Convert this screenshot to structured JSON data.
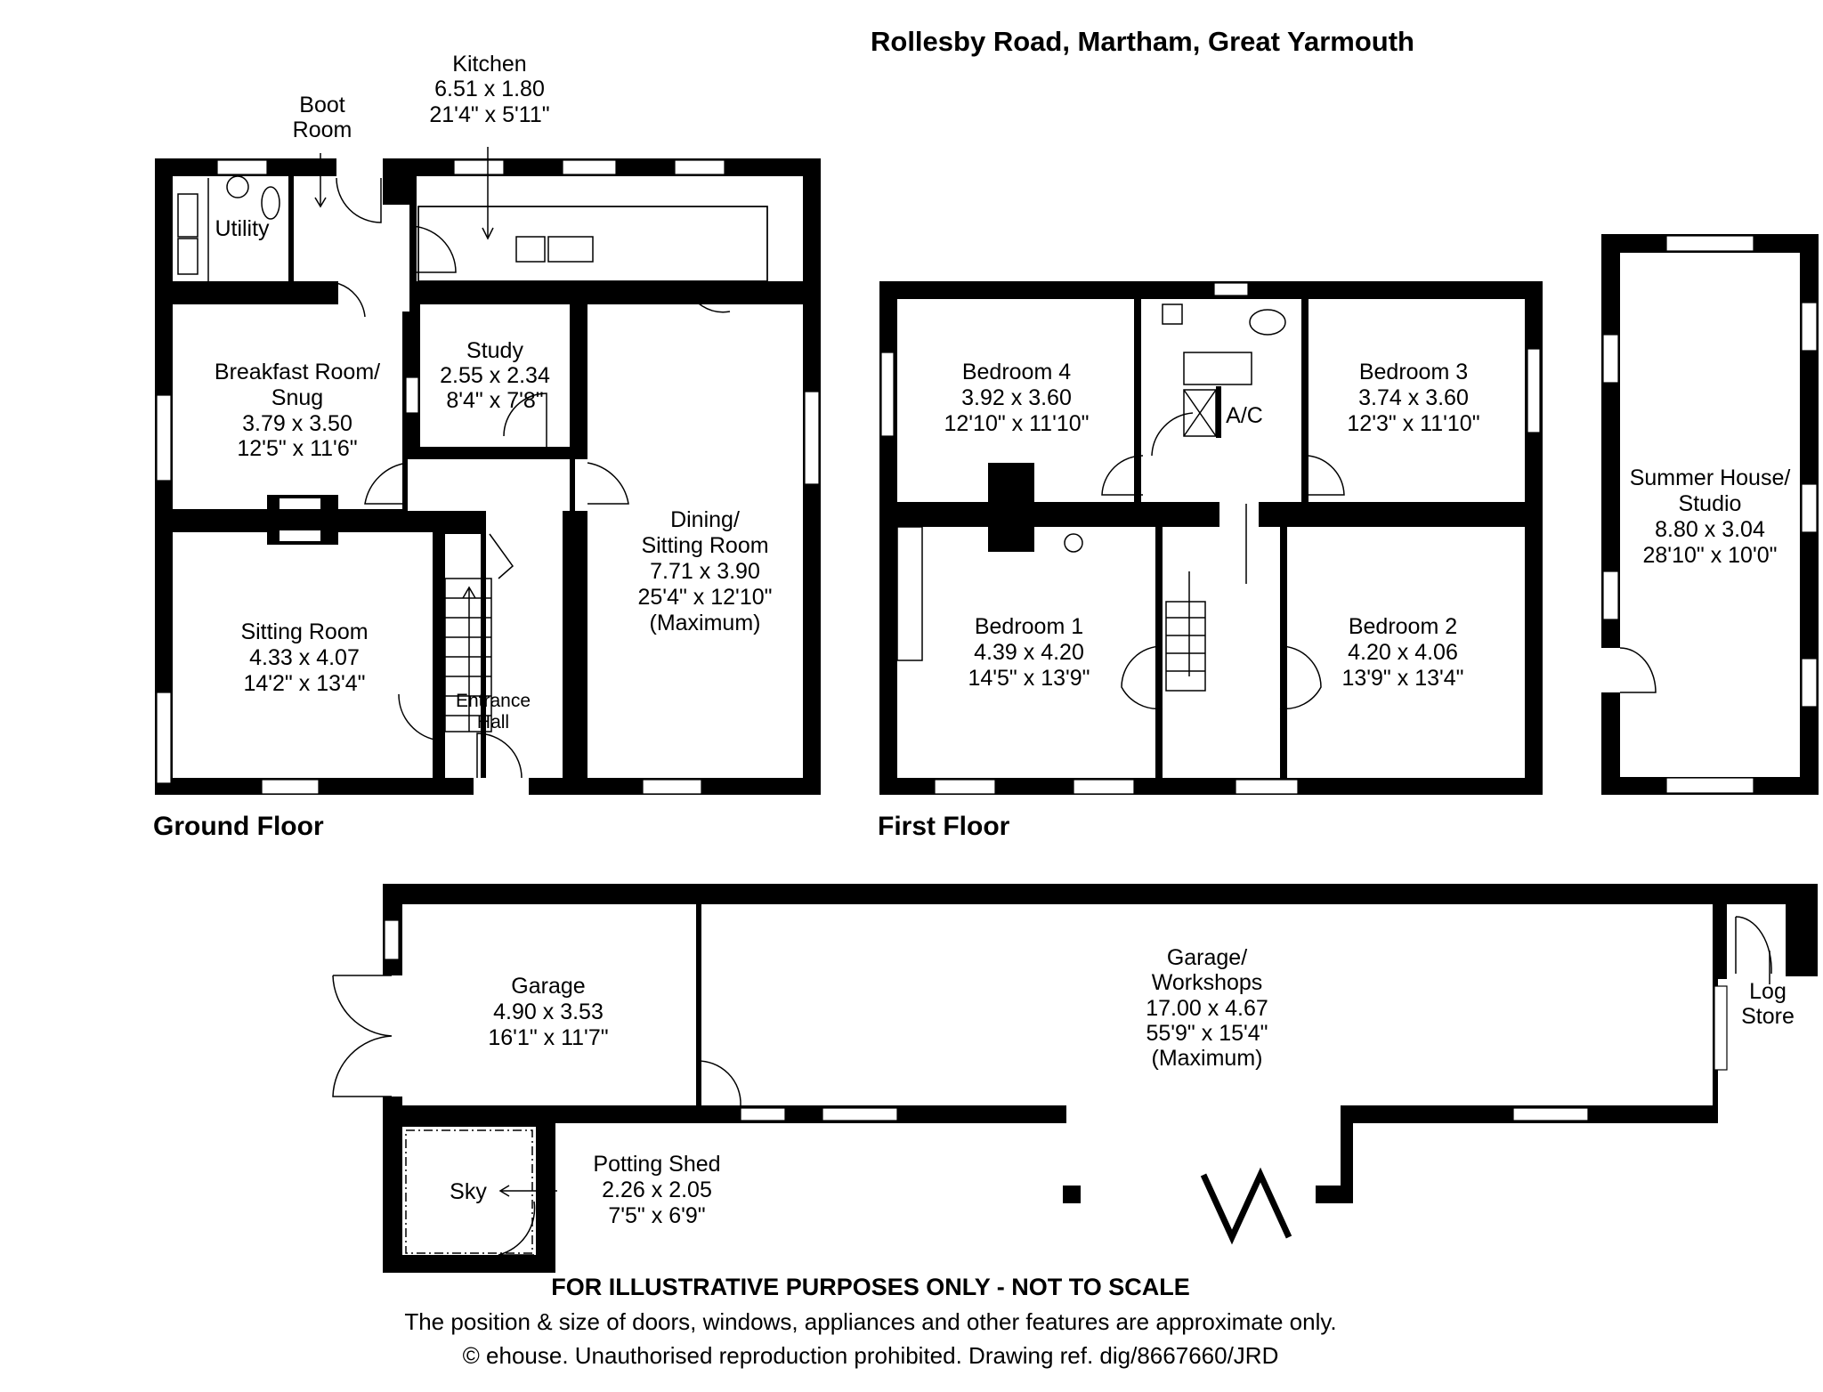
{
  "title": "Rollesby Road, Martham, Great Yarmouth",
  "floors": {
    "ground": "Ground Floor",
    "first": "First Floor"
  },
  "rooms": {
    "kitchen": {
      "name": "Kitchen",
      "metric": "6.51 x 1.80",
      "imperial": "21'4\" x 5'11\""
    },
    "boot_room": {
      "name1": "Boot",
      "name2": "Room"
    },
    "utility": {
      "name": "Utility"
    },
    "breakfast": {
      "name1": "Breakfast Room/",
      "name2": "Snug",
      "metric": "3.79 x 3.50",
      "imperial": "12'5\" x 11'6\""
    },
    "study": {
      "name": "Study",
      "metric": "2.55 x 2.34",
      "imperial": "8'4\" x 7'8\""
    },
    "dining": {
      "name1": "Dining/",
      "name2": "Sitting Room",
      "metric": "7.71 x 3.90",
      "imperial": "25'4\" x 12'10\"",
      "note": "(Maximum)"
    },
    "sitting": {
      "name": "Sitting Room",
      "metric": "4.33 x 4.07",
      "imperial": "14'2\" x 13'4\""
    },
    "entrance": {
      "name1": "Entrance",
      "name2": "Hall"
    },
    "bedroom4": {
      "name": "Bedroom 4",
      "metric": "3.92 x 3.60",
      "imperial": "12'10\" x 11'10\""
    },
    "bedroom3": {
      "name": "Bedroom 3",
      "metric": "3.74 x 3.60",
      "imperial": "12'3\" x 11'10\""
    },
    "airing_cupboard": {
      "name": "A/C"
    },
    "bedroom1": {
      "name": "Bedroom 1",
      "metric": "4.39 x 4.20",
      "imperial": "14'5\" x 13'9\""
    },
    "bedroom2": {
      "name": "Bedroom 2",
      "metric": "4.20 x 4.06",
      "imperial": "13'9\" x 13'4\""
    },
    "summer_house": {
      "name1": "Summer House/",
      "name2": "Studio",
      "metric": "8.80 x 3.04",
      "imperial": "28'10\" x 10'0\""
    },
    "garage": {
      "name": "Garage",
      "metric": "4.90 x 3.53",
      "imperial": "16'1\" x 11'7\""
    },
    "workshops": {
      "name1": "Garage/",
      "name2": "Workshops",
      "metric": "17.00 x 4.67",
      "imperial": "55'9\" x 15'4\"",
      "note": "(Maximum)"
    },
    "log_store": {
      "name1": "Log",
      "name2": "Store"
    },
    "potting_shed": {
      "name": "Potting Shed",
      "metric": "2.26 x 2.05",
      "imperial": "7'5\" x 6'9\""
    },
    "sky": {
      "name": "Sky"
    }
  },
  "disclaimer": {
    "heading": "FOR ILLUSTRATIVE PURPOSES ONLY - NOT TO SCALE",
    "line1": "The position & size of doors, windows, appliances and other features are approximate only.",
    "line2": "© ehouse. Unauthorised reproduction prohibited. Drawing ref. dig/8667660/JRD"
  }
}
